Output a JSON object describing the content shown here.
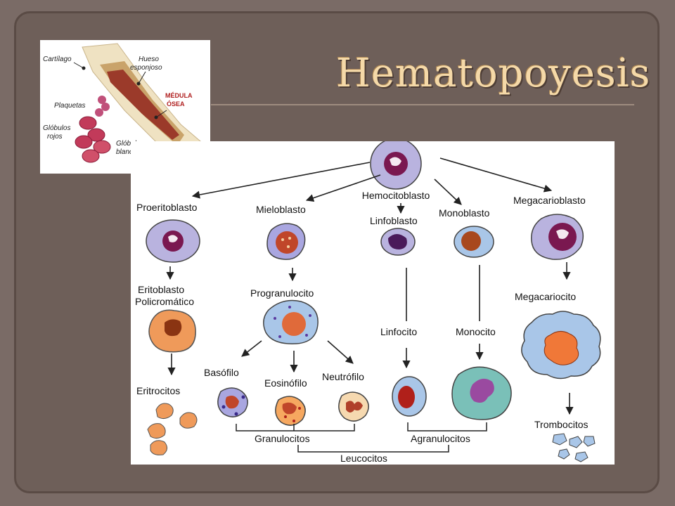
{
  "slide": {
    "title": "Hematopoyesis"
  },
  "inset": {
    "labels": {
      "cartilage": "Cartílago",
      "spongy_bone_1": "Hueso",
      "spongy_bone_2": "esponjoso",
      "marrow_1": "MÉDULA",
      "marrow_2": "ÓSEA",
      "platelets": "Plaquetas",
      "red_cells_1": "Glóbulos",
      "red_cells_2": "rojos",
      "white_cells_1": "Glóbulos",
      "white_cells_2": "blancos"
    }
  },
  "diagram": {
    "stem_cell": "Hemocitoblasto",
    "erythroid": {
      "proerythroblast": "Proeritoblasto",
      "erythroblast_1": "Eritoblasto",
      "erythroblast_2": "Policromático",
      "erythrocytes": "Eritrocitos"
    },
    "myeloid": {
      "myeloblast": "Mieloblasto",
      "promyelocyte": "Progranulocito",
      "basophil": "Basófilo",
      "eosinophil": "Eosinófilo",
      "neutrophil": "Neutrófilo"
    },
    "lymphoid": {
      "lymphoblast": "Linfoblasto",
      "lymphocyte": "Linfocito"
    },
    "monocytic": {
      "monoblast": "Monoblasto",
      "monocyte": "Monocito"
    },
    "megakaryocytic": {
      "megakaryoblast": "Megacarioblasto",
      "megakaryocyte": "Megacariocito",
      "thrombocytes": "Trombocitos"
    },
    "groups": {
      "granulocytes": "Granulocitos",
      "agranulocytes": "Agranulocitos",
      "leukocytes": "Leucocitos"
    }
  }
}
